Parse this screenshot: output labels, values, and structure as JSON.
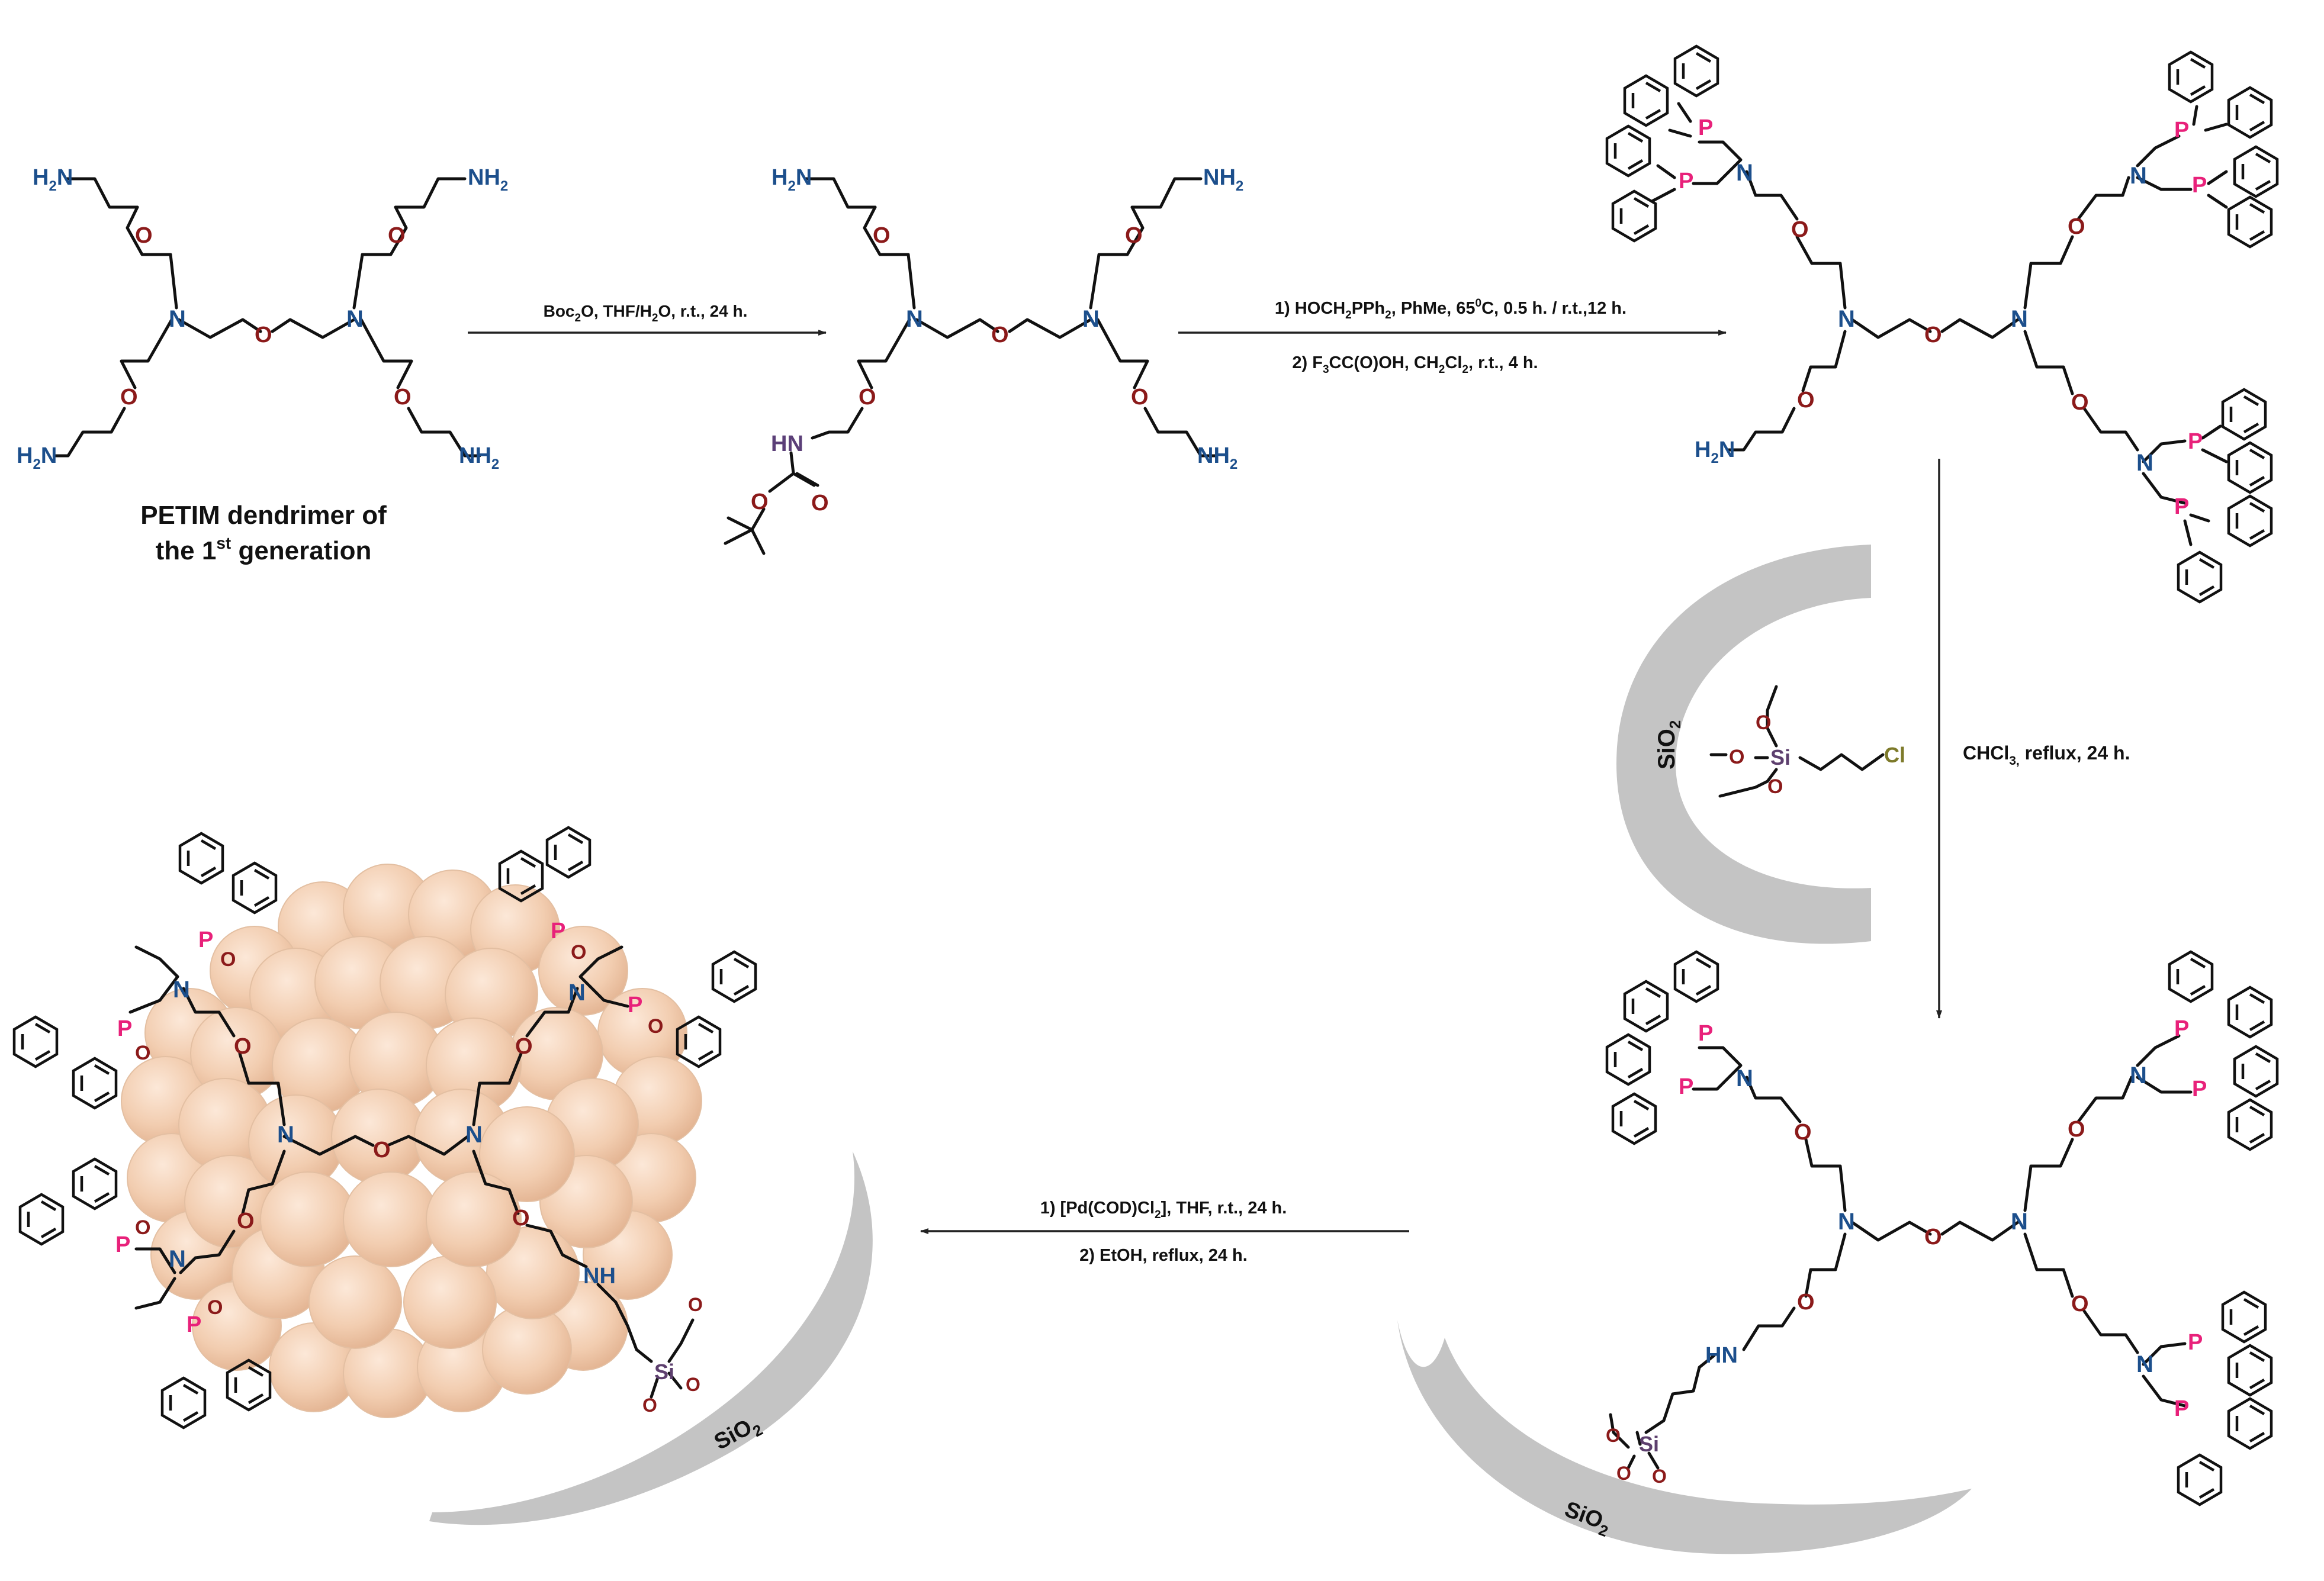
{
  "labels": {
    "petim_line1": "PETIM dendrimer of",
    "petim_line2_pre": "the 1",
    "petim_line2_sup": "st",
    "petim_line2_post": " generation"
  },
  "atoms": {
    "N": "N",
    "O": "O",
    "P": "P",
    "Si": "Si",
    "Cl": "Cl",
    "H": "H",
    "HN": "HN",
    "NH": "NH",
    "NH2": "NH",
    "H2N": "H",
    "sub2": "2",
    "SiO": "SiO",
    "SiO_sub": "2"
  },
  "conditions": {
    "step1": "Boc",
    "step1_sub": "2",
    "step1_post": "O, THF/H",
    "step1_sub2": "2",
    "step1_post2": "O, r.t., 24 h.",
    "step2a_pre": "1) HOCH",
    "step2a_sub1": "2",
    "step2a_mid": "PPh",
    "step2a_sub2": "2",
    "step2a_mid2": ", PhMe, 65",
    "step2a_sup": "0",
    "step2a_post": "C, 0.5 h. / r.t.,12 h.",
    "step2b_pre": "2) F",
    "step2b_sub1": "3",
    "step2b_mid": "CC(O)OH, CH",
    "step2b_sub2": "2",
    "step2b_mid2": "Cl",
    "step2b_sub3": "2",
    "step2b_post": ", r.t., 4 h.",
    "step3_pre": "CHCl",
    "step3_sub": "3,",
    "step3_post": " reflux, 24 h.",
    "step4a_pre": "1) [Pd(COD)Cl",
    "step4a_sub": "2",
    "step4a_post": "], THF, r.t., 24 h.",
    "step4b": "2) EtOH, reflux, 24 h."
  },
  "colors": {
    "nitrogen": "#1c4f8c",
    "oxygen": "#8b1a1a",
    "phosphorus": "#e8217a",
    "silicon": "#5d3f6e",
    "chlorine": "#7d7a2a",
    "nh_boc": "#5b3f78",
    "support": "#c4c4c4",
    "nanoparticle": "#f5d3b8",
    "bond": "#111111"
  }
}
